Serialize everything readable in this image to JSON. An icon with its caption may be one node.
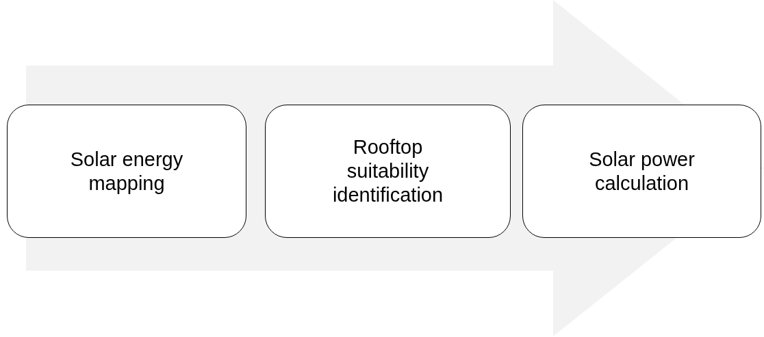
{
  "diagram": {
    "nodes": [
      {
        "text": [
          "Solar energy mapping"
        ]
      },
      {
        "text": [
          "Rooftop suitability identification"
        ]
      },
      {
        "text": [
          "Solar power calculation"
        ]
      }
    ],
    "edges": [
      {
        "from": 0,
        "to": 2,
        "arrow": "to"
      }
    ]
  }
}
